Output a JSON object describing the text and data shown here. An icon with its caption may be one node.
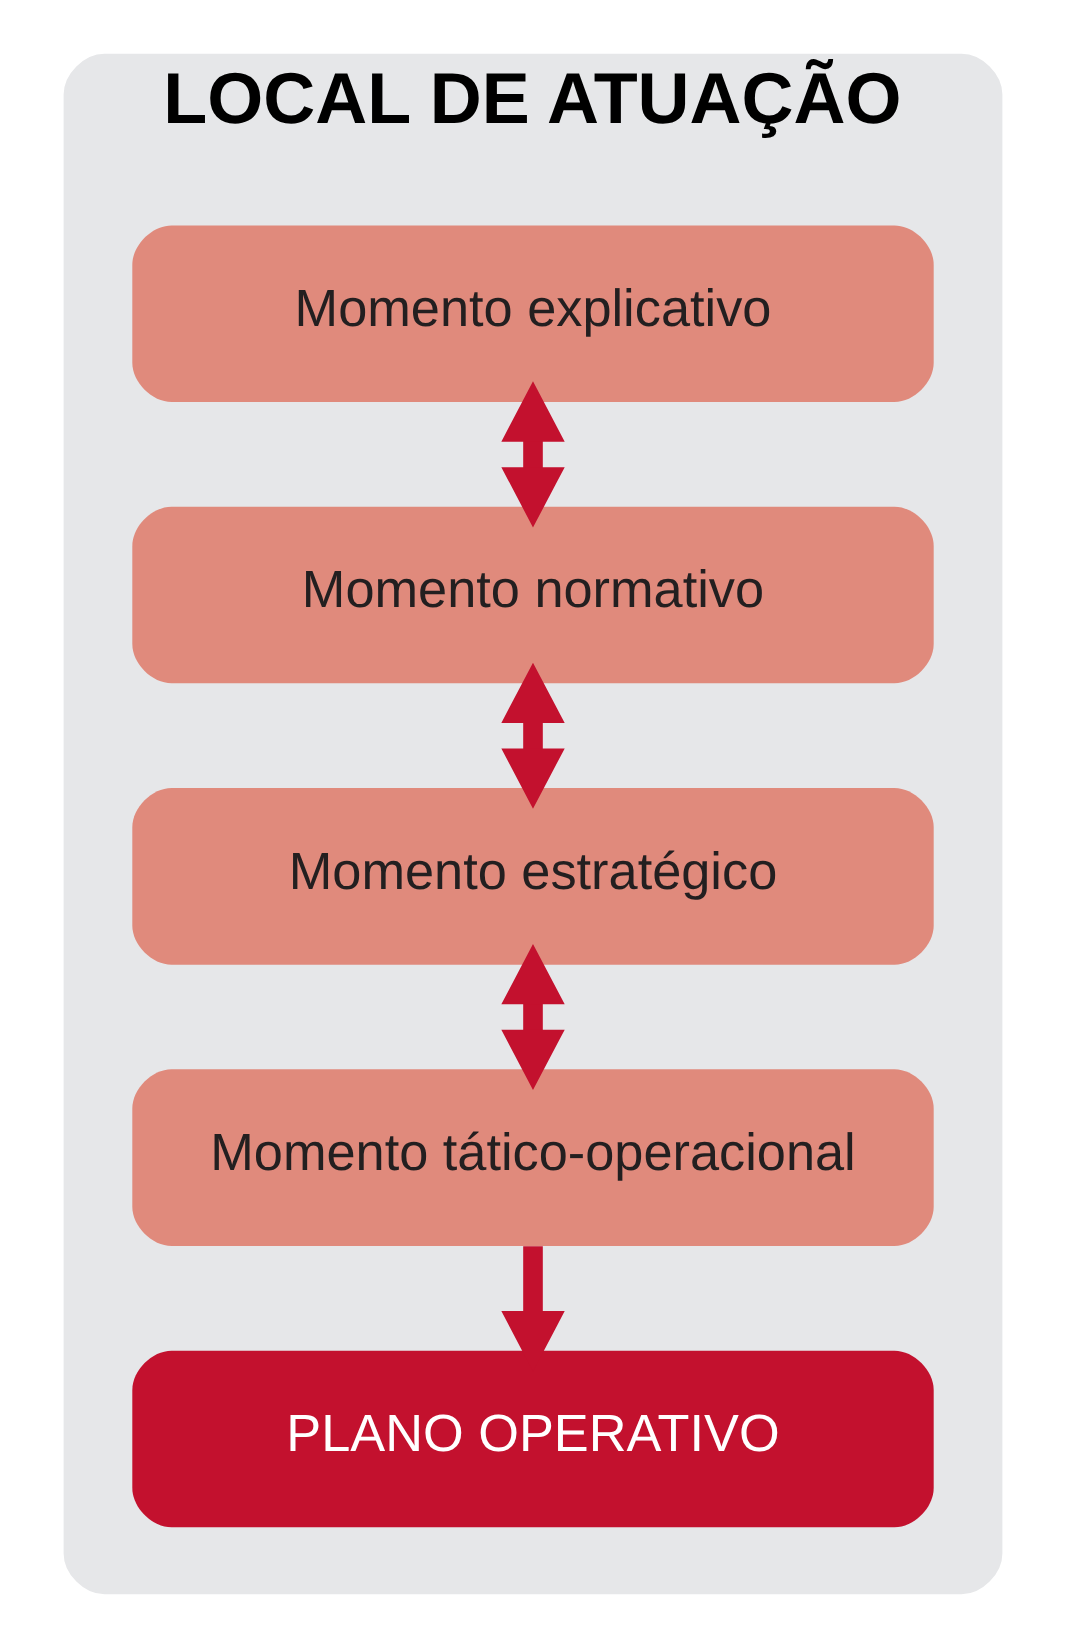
{
  "diagram": {
    "nodes": [
      {
        "text": [
          "LOCAL DE ATUAÇÃO"
        ]
      },
      {
        "text": [
          "Momento explicativo"
        ],
        "in": 0
      },
      {
        "text": [
          "Momento normativo"
        ],
        "in": 0
      },
      {
        "text": [
          "Momento estratégico"
        ],
        "in": 0
      },
      {
        "text": [
          "Momento tático-operacional"
        ],
        "in": 0
      },
      {
        "text": [
          "PLANO OPERATIVO"
        ],
        "in": 0
      }
    ],
    "edges": [
      {
        "from": 1,
        "to": 2,
        "arrow": "both"
      },
      {
        "from": 2,
        "to": 3,
        "arrow": "both"
      },
      {
        "from": 3,
        "to": 4,
        "arrow": "both"
      },
      {
        "from": 4,
        "to": 5,
        "arrow": "to"
      }
    ]
  }
}
